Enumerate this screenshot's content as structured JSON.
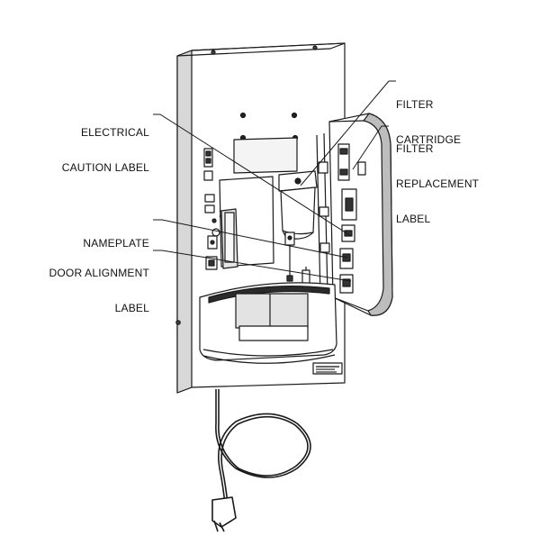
{
  "labels": {
    "filter_cartridge": [
      "FILTER",
      "CARTRIDGE"
    ],
    "filter_replacement": [
      "FILTER",
      "REPLACEMENT",
      "LABEL"
    ],
    "electrical_caution": [
      "ELECTRICAL",
      "CAUTION LABEL"
    ],
    "nameplate": [
      "NAMEPLATE"
    ],
    "door_alignment": [
      "DOOR ALIGNMENT",
      "LABEL"
    ]
  },
  "colors": {
    "line": "#1a1a1a",
    "panel_fill": "#ffffff",
    "shadow_fill": "#c9c9c9",
    "dark_fill": "#2b2b2b",
    "mid_fill": "#8a8a8a"
  }
}
